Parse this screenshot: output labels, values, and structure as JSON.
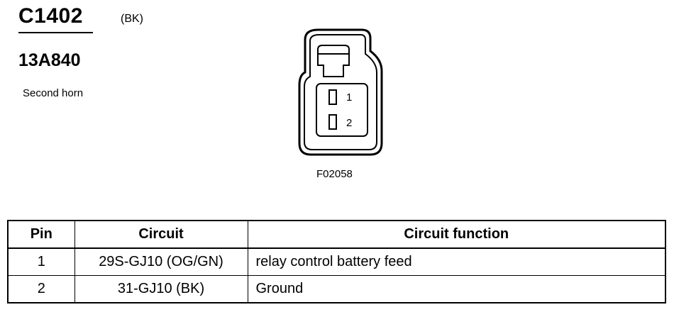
{
  "header": {
    "connector_id": "C1402",
    "connector_color": "(BK)",
    "part_number": "13A840",
    "description": "Second horn"
  },
  "figure": {
    "code": "F02058",
    "pin_labels": [
      "1",
      "2"
    ]
  },
  "table": {
    "headers": [
      "Pin",
      "Circuit",
      "Circuit function"
    ],
    "rows": [
      {
        "pin": "1",
        "circuit": "29S-GJ10 (OG/GN)",
        "function": "relay control battery feed"
      },
      {
        "pin": "2",
        "circuit": "31-GJ10 (BK)",
        "function": "Ground"
      }
    ]
  }
}
